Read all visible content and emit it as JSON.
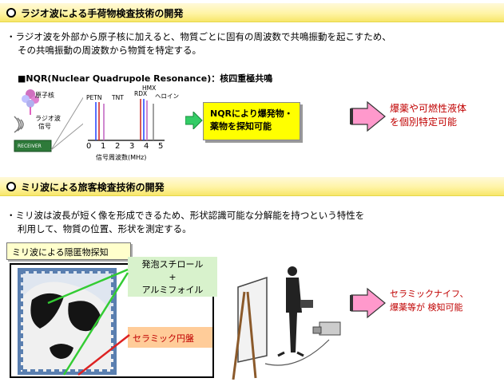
{
  "section1": {
    "title": "ラジオ波による手荷物検査技術の開発",
    "para_line1": "・ラジオ波を外部から原子核に加えると、物質ごとに固有の周波数で共鳴振動を起こすため、",
    "para_line2": "その共鳴振動の周波数から物質を特定する。",
    "nqr_heading": "■NQR(Nuclear Quadrupole Resonance)：核四重極共鳴",
    "atom_label": "原子核",
    "radio_label_1": "ラジオ波",
    "radio_label_2": "信号",
    "receiver_label": "RECEIVER",
    "peaks": [
      "PETN",
      "TNT",
      "RDX",
      "HMX",
      "ヘロイン"
    ],
    "x_ticks": [
      "0",
      "1",
      "2",
      "3",
      "4",
      "5"
    ],
    "x_axis_label": "信号周波数(MHz)",
    "callout_line1": "NQRにより爆発物・",
    "callout_line2": "薬物を探知可能",
    "result_line1": "爆薬や可燃性液体",
    "result_line2": "を個別特定可能"
  },
  "section2": {
    "title": "ミリ波による旅客検査技術の開発",
    "para_line1": "・ミリ波は波長が短く像を形成できるため、形状認識可能な分解能を持つという特性を",
    "para_line2": "利用して、物質の位置、形状を測定する。",
    "image_title": "ミリ波による隠匿物探知",
    "green_line1": "発泡スチロール",
    "green_line2": "+",
    "green_line3": "アルミフォイル",
    "orange_label": "セラミック円盤",
    "result_line1": "セラミックナイフ、",
    "result_line2": "爆薬等が 検知可能"
  },
  "colors": {
    "header_yellow": "#fff4a6",
    "callout_yellow": "#ffff00",
    "result_red": "#c00000",
    "arrow_pink": "#ff99cc",
    "arrow_green": "#33cc66"
  }
}
